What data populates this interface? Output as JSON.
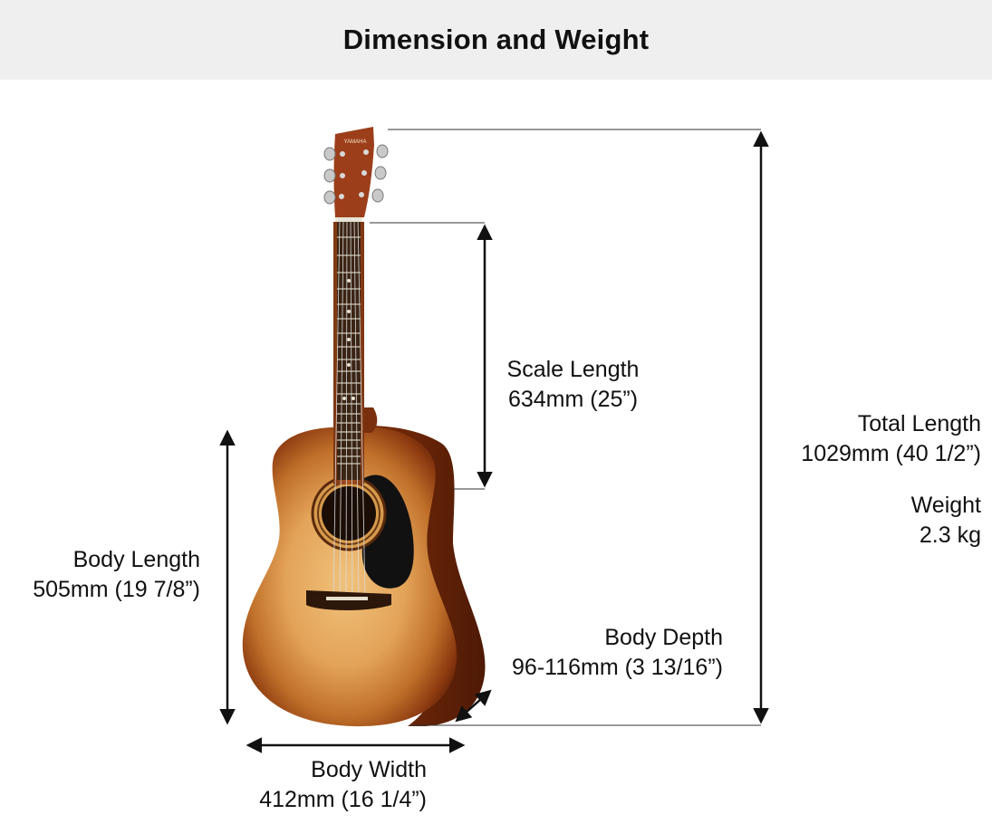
{
  "title": "Dimension and Weight",
  "brand_on_headstock": "YAMAHA",
  "colors": {
    "header_bg": "#efefef",
    "sunburst_center": "#e9b36a",
    "sunburst_edge": "#6a2608",
    "neck": "#9c4a1c",
    "fretboard": "#3a2414",
    "pickguard": "#111111"
  },
  "labels": {
    "scale_length": {
      "name": "Scale Length",
      "value": "634mm (25”)"
    },
    "total_length": {
      "name": "Total Length",
      "value": "1029mm (40 1/2”)"
    },
    "weight": {
      "name": "Weight",
      "value": "2.3 kg"
    },
    "body_length": {
      "name": "Body Length",
      "value": "505mm (19 7/8”)"
    },
    "body_depth": {
      "name": "Body Depth",
      "value": "96-116mm (3 13/16”)"
    },
    "body_width": {
      "name": "Body Width",
      "value": "412mm (16 1/4”)"
    }
  }
}
